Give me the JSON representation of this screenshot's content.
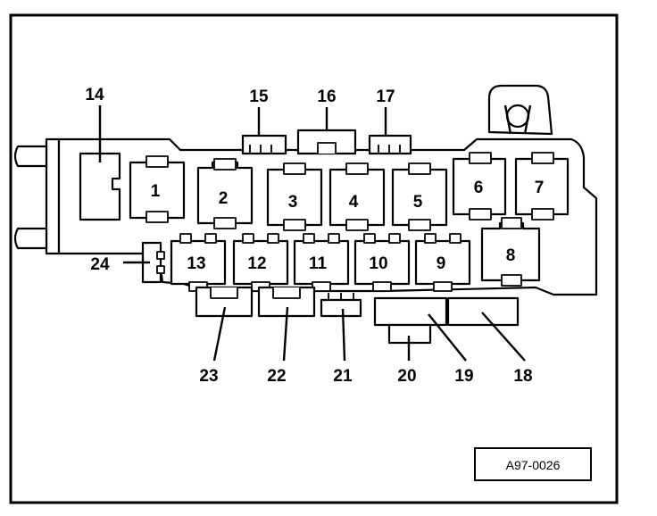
{
  "reference_code": "A97-0026",
  "relays": [
    "1",
    "2",
    "3",
    "4",
    "5",
    "6",
    "7",
    "8",
    "9",
    "10",
    "11",
    "12",
    "13"
  ],
  "callouts": [
    "14",
    "15",
    "16",
    "17",
    "18",
    "19",
    "20",
    "21",
    "22",
    "23",
    "24"
  ]
}
